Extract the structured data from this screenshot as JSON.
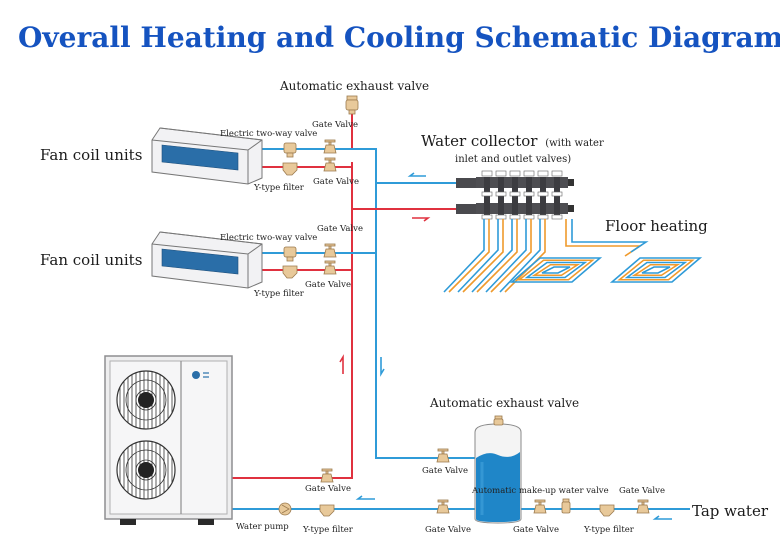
{
  "title": "Overall Heating and Cooling Schematic Diagram",
  "colors": {
    "title": "#1553c0",
    "hot_pipe": "#e0313f",
    "cold_pipe": "#2f9bd8",
    "floor_coil_orange": "#ef9a2c",
    "valve": "#e8c99a",
    "tank_water": "#1f86c8"
  },
  "labels": {
    "top_exhaust_valve": "Automatic exhaust valve",
    "fan_coil_1": "Fan coil units",
    "fan_coil_2": "Fan coil units",
    "fcu1_two_way": "Electric two-way valve",
    "fcu1_gate_top": "Gate Valve",
    "fcu1_gate_bottom": "Gate Valve",
    "fcu1_filter": "Y-type filter",
    "fcu2_two_way": "Electric two-way valve",
    "fcu2_gate_top": "Gate Valve",
    "fcu2_gate_bottom": "Gate Valve",
    "fcu2_filter": "Y-type filter",
    "water_collector_main": "Water collector",
    "water_collector_paren1": "(with water",
    "water_collector_paren2": "inlet and outlet valves)",
    "floor_heating": "Floor heating",
    "tank_exhaust_valve": "Automatic exhaust valve",
    "tank_gate_left_top": "Gate Valve",
    "tank_gate_left_bottom": "Gate Valve",
    "heat_pump_gate": "Gate Valve",
    "water_pump": "Water pump",
    "pump_filter": "Y-type filter",
    "makeup_valve": "Automatic make-up water valve",
    "tap_gate_1": "Gate Valve",
    "tap_filter": "Y-type filter",
    "tap_gate_2": "Gate Valve",
    "tap_water": "Tap water"
  },
  "icons": {
    "heat_pump": "heat-pump-outdoor-unit-icon",
    "fan_coil": "fan-coil-unit-icon",
    "gate_valve": "gate-valve-icon",
    "y_filter": "y-type-filter-icon",
    "two_way_valve": "electric-two-way-valve-icon",
    "exhaust_valve": "automatic-exhaust-valve-icon",
    "water_pump": "water-pump-icon",
    "manifold": "water-collector-manifold-icon",
    "tank": "buffer-water-tank-icon",
    "flow_arrow": "flow-direction-arrow-icon"
  }
}
